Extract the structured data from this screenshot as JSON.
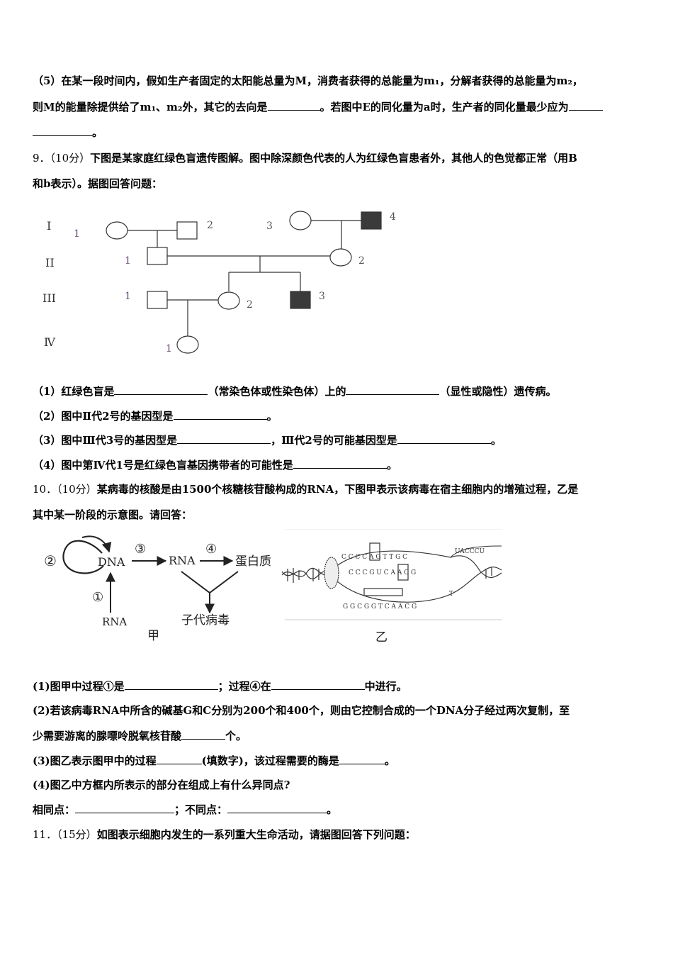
{
  "q8_5": {
    "line1": "（5）在某一段时间内，假如生产者固定的太阳能总量为M，消费者获得的总能量为m₁，分解者获得的总能量为m₂，",
    "line2_a": "则M的能量除提供给了m₁、m₂外，其它的去向是",
    "line2_b": "。若图中E的同化量为a时，生产者的同化量最少应为",
    "line3_end": "。"
  },
  "q9": {
    "number": "9．（10分）",
    "stem1": "下图是某家庭红绿色盲遗传图解。图中除深颜色代表的人为红绿色盲患者外，其他人的色觉都正常（用B",
    "stem2": "和b表示）。据图回答问题：",
    "pedigree": {
      "gen_I": "I",
      "gen_II": "II",
      "gen_III": "III",
      "gen_IV": "Ⅳ",
      "n1": "1",
      "n2": "2",
      "n3": "3",
      "n4": "4"
    },
    "sub1_a": "（1）红绿色盲是",
    "sub1_b": "（常染色体或性染色体）上的",
    "sub1_c": "（显性或隐性）遗传病。",
    "sub2_a": "（2）图中Ⅱ代2号的基因型是",
    "sub2_b": "。",
    "sub3_a": "（3）图中Ⅲ代3号的基因型是",
    "sub3_b": "，Ⅲ代2号的可能基因型是",
    "sub3_c": "。",
    "sub4_a": "（4）图中第Ⅳ代1号是红绿色盲基因携带者的可能性是",
    "sub4_b": "。"
  },
  "q10": {
    "number": "10．（10分）",
    "stem1": "某病毒的核酸是由1500个核糖核苷酸构成的RNA，下图甲表示该病毒在宿主细胞内的增殖过程，乙是",
    "stem2": "其中某一阶段的示意图。请回答：",
    "fig_jia": {
      "p1": "①",
      "p2": "②",
      "p3": "③",
      "p4": "④",
      "dna": "DNA",
      "rna": "RNA",
      "rna_in": "RNA",
      "protein": "蛋白质",
      "progeny": "子代病毒",
      "caption": "甲"
    },
    "fig_yi": {
      "caption": "乙",
      "top_row": "C C C C A G T T G C",
      "mid_row": "C C C G U C A A C G",
      "tail": "UACCCU",
      "bottom_row": "G G C G G T C A A C G",
      "t_mark": "T"
    },
    "sub1_a": "(1)图甲中过程①是",
    "sub1_b": "；过程④在",
    "sub1_c": "中进行。",
    "sub2_line1": "(2)若该病毒RNA中所含的碱基G和C分别为200个和400个，则由它控制合成的一个DNA分子经过两次复制，至",
    "sub2_line2_a": "少需要游离的腺嘌呤脱氧核苷酸",
    "sub2_line2_b": "个。",
    "sub3_a": "(3)图乙表示图甲中的过程",
    "sub3_b": "(填数字)，该过程需要的酶是",
    "sub3_c": "。",
    "sub4": "(4)图乙中方框内所表示的部分在组成上有什么异同点?",
    "sub4_same": "相同点：",
    "sub4_sep": "；不同点：",
    "sub4_end": "。"
  },
  "q11": {
    "number": "11．（15分）",
    "stem": "如图表示细胞内发生的一系列重大生命活动，请据图回答下列问题："
  }
}
